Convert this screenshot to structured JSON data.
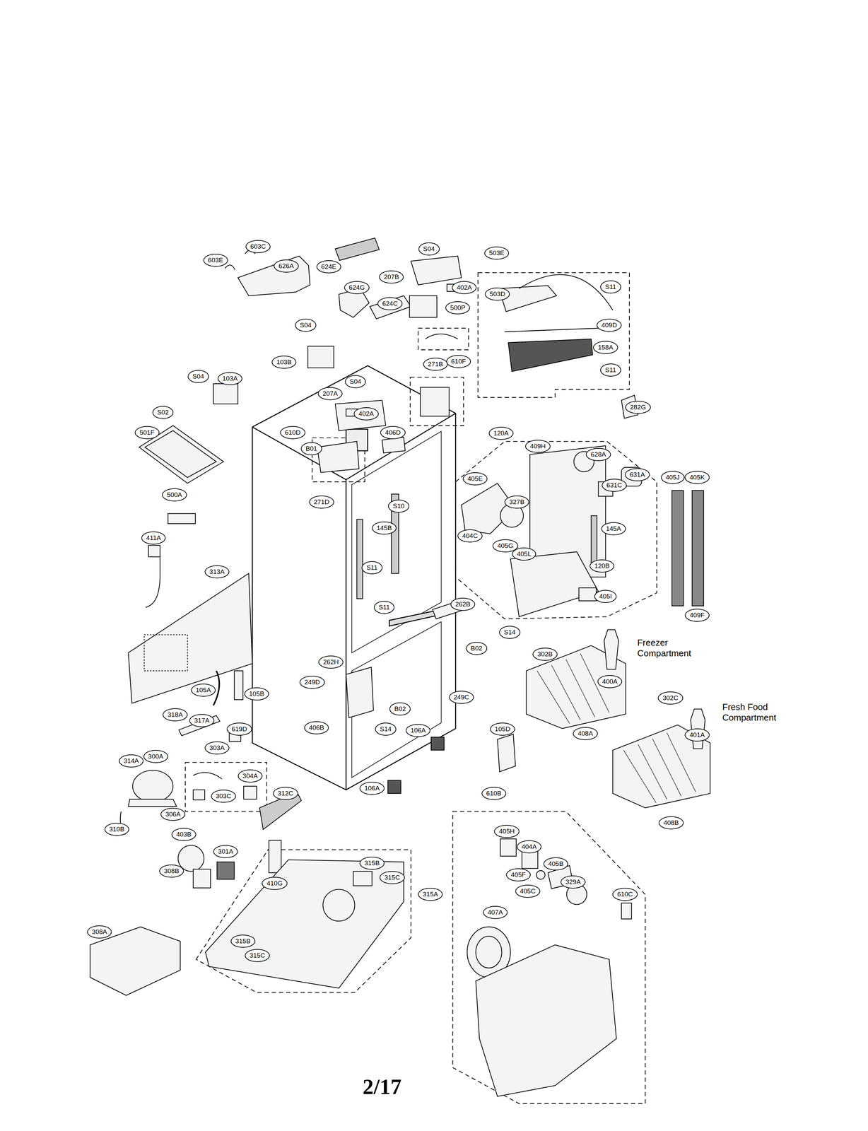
{
  "diagram": {
    "labels": [
      "603E",
      "603C",
      "626A",
      "624E",
      "S04",
      "503E",
      "207B",
      "402A",
      "S11",
      "624G",
      "503D",
      "624C",
      "500P",
      "409D",
      "S04",
      "158A",
      "610F",
      "103B",
      "271B",
      "S04",
      "S11",
      "S04",
      "103A",
      "207A",
      "402A",
      "282G",
      "S02",
      "610D",
      "120A",
      "501F",
      "406D",
      "B01",
      "409H",
      "628A",
      "405J",
      "405K",
      "631C",
      "631A",
      "405E",
      "271D",
      "S10",
      "327B",
      "500A",
      "145B",
      "145A",
      "404C",
      "405G",
      "405L",
      "411A",
      "S11",
      "313A",
      "S11",
      "120B",
      "405I",
      "409F",
      "262B",
      "S14",
      "B02",
      "302B",
      "Freezer Compartment",
      "262H",
      "249D",
      "105A",
      "105B",
      "B02",
      "302C",
      "400A",
      "Fresh Food Compartment",
      "249C",
      "318A",
      "317A",
      "619D",
      "406B",
      "S14",
      "106A",
      "105D",
      "401A",
      "303A",
      "408A",
      "314A",
      "300A",
      "304A",
      "408B",
      "303C",
      "106A",
      "312C",
      "610B",
      "306A",
      "310B",
      "403B",
      "405H",
      "404A",
      "301A",
      "315B",
      "405B",
      "315C",
      "315A",
      "308B",
      "410G",
      "405F",
      "329A",
      "405C",
      "610C",
      "407A",
      "308A",
      "315B",
      "315C",
      "2/17"
    ]
  }
}
